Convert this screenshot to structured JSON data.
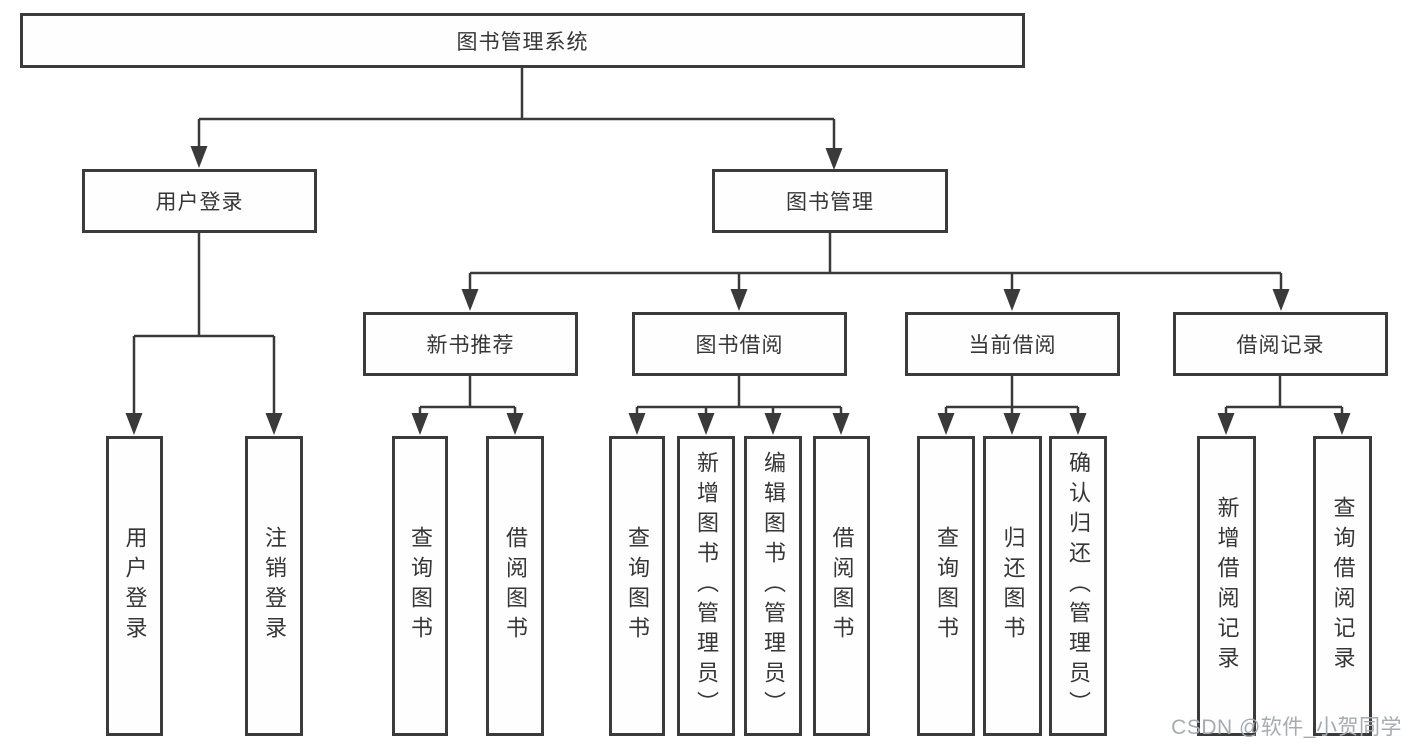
{
  "diagram_type": "hierarchy-tree",
  "tree": {
    "label": "图书管理系统",
    "children": [
      {
        "label": "用户登录",
        "children": [
          {
            "label": "用户登录"
          },
          {
            "label": "注销登录"
          }
        ]
      },
      {
        "label": "图书管理",
        "children": [
          {
            "label": "新书推荐",
            "children": [
              {
                "label": "查询图书"
              },
              {
                "label": "借阅图书"
              }
            ]
          },
          {
            "label": "图书借阅",
            "children": [
              {
                "label": "查询图书"
              },
              {
                "label": "新增图书（管理员）"
              },
              {
                "label": "编辑图书（管理员）"
              },
              {
                "label": "借阅图书"
              }
            ]
          },
          {
            "label": "当前借阅",
            "children": [
              {
                "label": "查询图书"
              },
              {
                "label": "归还图书"
              },
              {
                "label": "确认归还（管理员）"
              }
            ]
          },
          {
            "label": "借阅记录",
            "children": [
              {
                "label": "新增借阅记录"
              },
              {
                "label": "查询借阅记录"
              }
            ]
          }
        ]
      }
    ]
  },
  "watermark": {
    "text": "CSDN @软件_小贺同学"
  },
  "colors": {
    "line": "#3a3a3a",
    "box_border": "#3b3b3b",
    "text": "#363636",
    "background": "#ffffff",
    "watermark": "#a6abb1"
  }
}
